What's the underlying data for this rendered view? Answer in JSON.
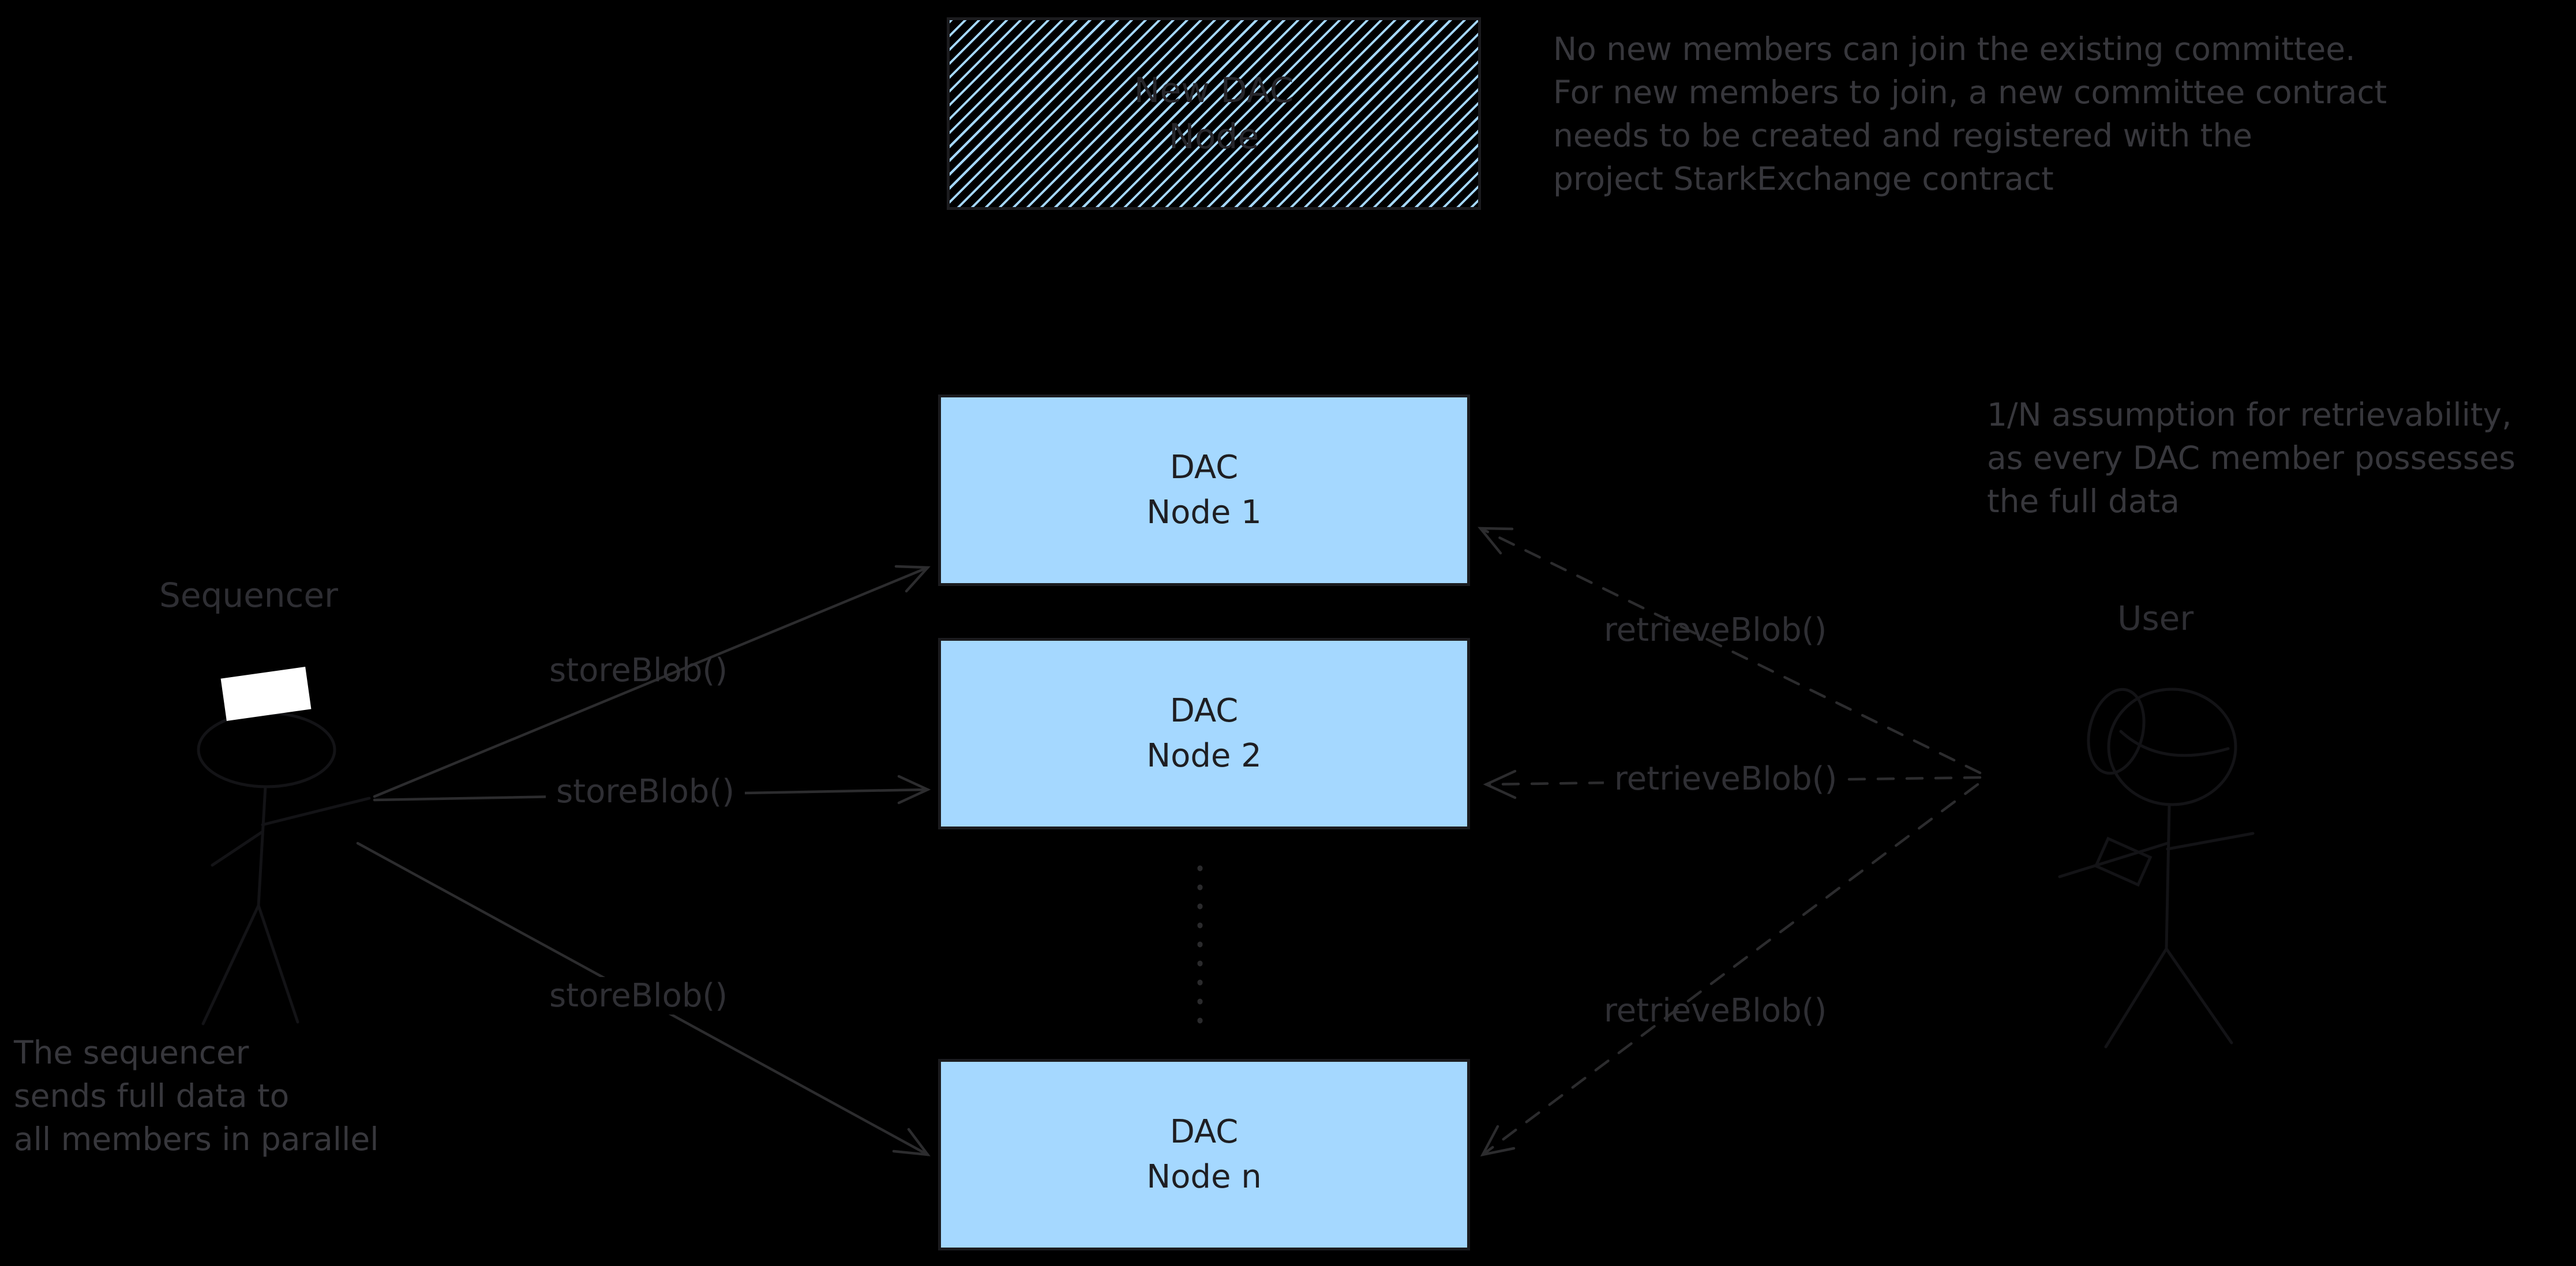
{
  "diagram": {
    "new_dac_node_box": {
      "line1": "New DAC",
      "line2": "Node"
    },
    "nodes": [
      {
        "line1": "DAC",
        "line2": "Node 1"
      },
      {
        "line1": "DAC",
        "line2": "Node 2"
      },
      {
        "line1": "DAC",
        "line2": "Node n"
      }
    ],
    "actors": {
      "sequencer_label": "Sequencer",
      "user_label": "User"
    },
    "edge_labels": {
      "store_blob": [
        "storeBlob()",
        "storeBlob()",
        "storeBlob()"
      ],
      "retrieve_blob": [
        "retrieveBlob()",
        "retrieveBlob()",
        "retrieveBlob()"
      ]
    },
    "annotations": {
      "committee_note": {
        "line1": "No new members can join the existing committee.",
        "line2": "For new members to join, a new committee contract",
        "line3": "needs to be created and registered with the",
        "line4": "project StarkExchange contract"
      },
      "retrievability_note": {
        "line1": "1/N assumption for retrievability,",
        "line2": "as every DAC member possesses",
        "line3": "the full data"
      },
      "sequencer_note": {
        "line1": "The sequencer",
        "line2": "sends full data to",
        "line3": "all members in parallel"
      }
    },
    "colors": {
      "background": "#000000",
      "node_fill": "#a5d8ff",
      "node_border": "#1b1b1e",
      "ink_text": "#37373c",
      "arrow": "#2c2c2e",
      "sequencer_highlight": "#ffffff"
    }
  }
}
